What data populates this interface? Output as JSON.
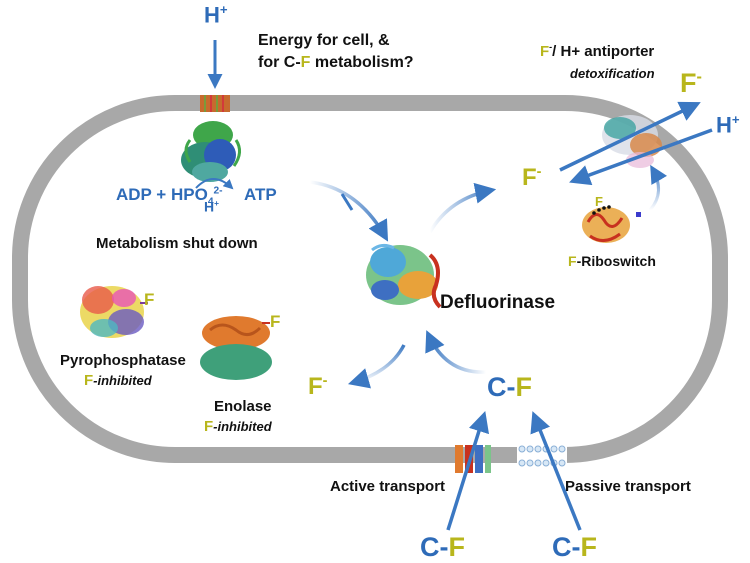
{
  "colors": {
    "membrane": "#A8A8A8",
    "arrow_blue": "#3B78C2",
    "text_blue": "#2E6BB8",
    "fluoride_yellow": "#B8B61C",
    "text_black": "#111111"
  },
  "atp_synthase": {
    "proton": "H",
    "proton_charge": "+",
    "energy_line1": "Energy for cell, &",
    "energy_line2_prefix": "for C-",
    "energy_line2_f": "F",
    "energy_line2_suffix": " metabolism?",
    "reaction_left": "ADP + HPO",
    "reaction_sub": "4",
    "reaction_sup": "2-",
    "reaction_right": "ATP",
    "released_proton": "H",
    "released_charge": "+"
  },
  "metabolism": {
    "label": "Metabolism shut down"
  },
  "pyrophosphatase": {
    "name": "Pyrophosphatase",
    "f": "F",
    "inhibited": "-inhibited"
  },
  "enolase": {
    "name": "Enolase",
    "f": "F",
    "inhibited": "-inhibited"
  },
  "defluorinase": {
    "name": "Defluorinase",
    "product": "F",
    "product_charge": "-"
  },
  "antiporter": {
    "f": "F",
    "f_charge": "-",
    "title_rest": "/ H+ antiporter",
    "subtitle": "detoxification",
    "out_f": "F",
    "out_f_charge": "-",
    "out_h": "H",
    "out_h_charge": "+",
    "in_f": "F",
    "in_f_charge": "-"
  },
  "riboswitch": {
    "f": "F",
    "label": "-Riboswitch"
  },
  "substrate_inside": {
    "c": "C-",
    "f": "F"
  },
  "transport": {
    "active": "Active transport",
    "passive": "Passive transport"
  },
  "substrate_out_left": {
    "c": "C-",
    "f": "F"
  },
  "substrate_out_right": {
    "c": "C-",
    "f": "F"
  }
}
